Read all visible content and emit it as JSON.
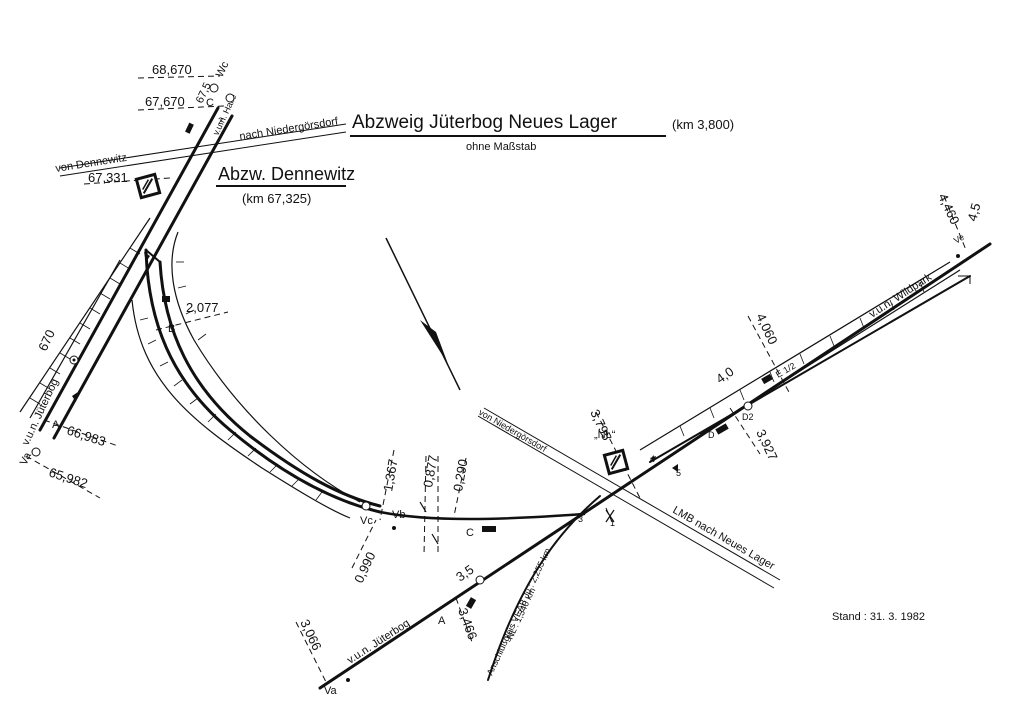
{
  "title": "Abzweig Jüterbog Neues Lager",
  "title_km": "(km 3,800)",
  "scale_note": "ohne Maßstab",
  "junction": {
    "name": "Abzw. Dennewitz",
    "km": "(km 67,325)"
  },
  "stand": "Stand : 31. 3. 1982",
  "lines": {
    "von_dennewitz": "von Dennewitz",
    "nach_niedergoersdorf": "nach Niedergörsdorf",
    "v_un_halle": "v.u.n. Halle",
    "v_un_jueterbog_left": "v.u.n. Jüterbog",
    "von_niedergoersdorf": "von Niedergörsdorf",
    "nl_station": "„NL“",
    "lmb_neues_lager": "LMB nach Neues Lager",
    "v_un_wildpark": "v.u.n. Wildpark",
    "v_un_jueterbog_bottom": "v.u.n. Jüterbog",
    "anschluss": "Anschlußgleis  VEAB  Jü : 2,255 km",
    "anschluss_nl": "NL : 1,340 km"
  },
  "km_marks": {
    "k68670": "68,670",
    "k67670": "67,670",
    "k675": "67,5",
    "k67331": "67,331",
    "k670": "670",
    "k66983": "66,983",
    "k65982": "65,982",
    "k2077": "2,077",
    "k1367": "1,367",
    "k0877": "0,877",
    "k0290": "0,290",
    "k0990": "0,990",
    "k3795": "3,795",
    "k3927": "3,927",
    "k4060": "4,060",
    "k40": "4,0",
    "k4460": "4,460",
    "k45": "4,5",
    "k35": "3,5",
    "k3066": "3,066",
    "k3466": "3,466"
  },
  "signals": {
    "wc": "Wc",
    "c_top": "C",
    "a_left": "A",
    "va_left": "Va",
    "b": "B",
    "vc": "Vc",
    "vb": "Vb",
    "c_mid": "C",
    "a_bottom": "A",
    "va_bottom": "Va",
    "d": "D",
    "d2": "D2",
    "e12": "E 1/2",
    "ve": "Ve"
  },
  "switch_numbers": {
    "s1": "1",
    "s2": "2",
    "s3": "3",
    "s4": "4",
    "s5": "5"
  },
  "boxes": {
    "box_top": "⊘",
    "box_bottom": "⊘"
  }
}
